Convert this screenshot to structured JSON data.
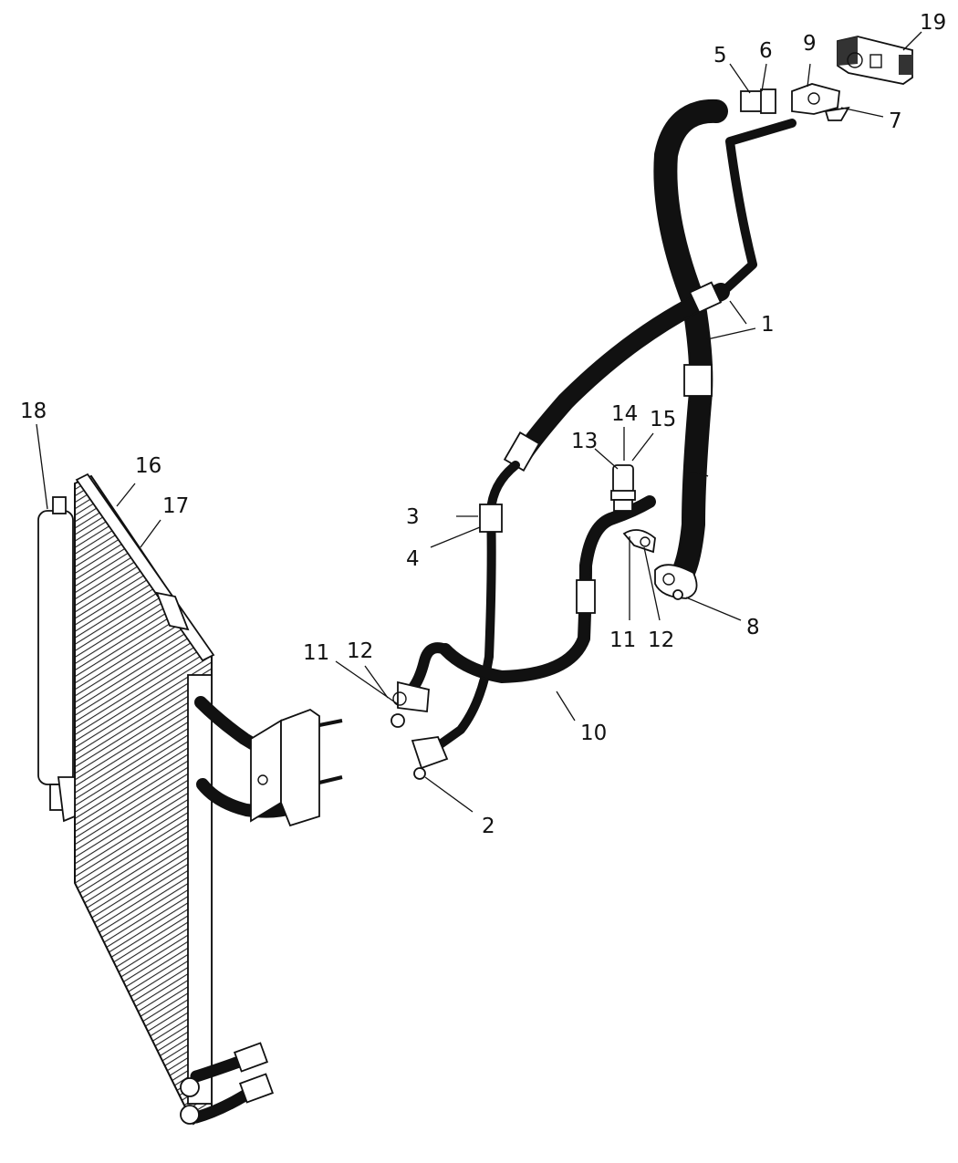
{
  "diagram": {
    "callouts": [
      {
        "id": "1a",
        "text": "1"
      },
      {
        "id": "2",
        "text": "2"
      },
      {
        "id": "3",
        "text": "3"
      },
      {
        "id": "4",
        "text": "4"
      },
      {
        "id": "5",
        "text": "5"
      },
      {
        "id": "6",
        "text": "6"
      },
      {
        "id": "7",
        "text": "7"
      },
      {
        "id": "8",
        "text": "8"
      },
      {
        "id": "9",
        "text": "9"
      },
      {
        "id": "10",
        "text": "10"
      },
      {
        "id": "11a",
        "text": "11"
      },
      {
        "id": "11b",
        "text": "11"
      },
      {
        "id": "12a",
        "text": "12"
      },
      {
        "id": "12b",
        "text": "12"
      },
      {
        "id": "13",
        "text": "13"
      },
      {
        "id": "14",
        "text": "14"
      },
      {
        "id": "15",
        "text": "15"
      },
      {
        "id": "16",
        "text": "16"
      },
      {
        "id": "17",
        "text": "17"
      },
      {
        "id": "18",
        "text": "18"
      },
      {
        "id": "19",
        "text": "19"
      }
    ]
  }
}
